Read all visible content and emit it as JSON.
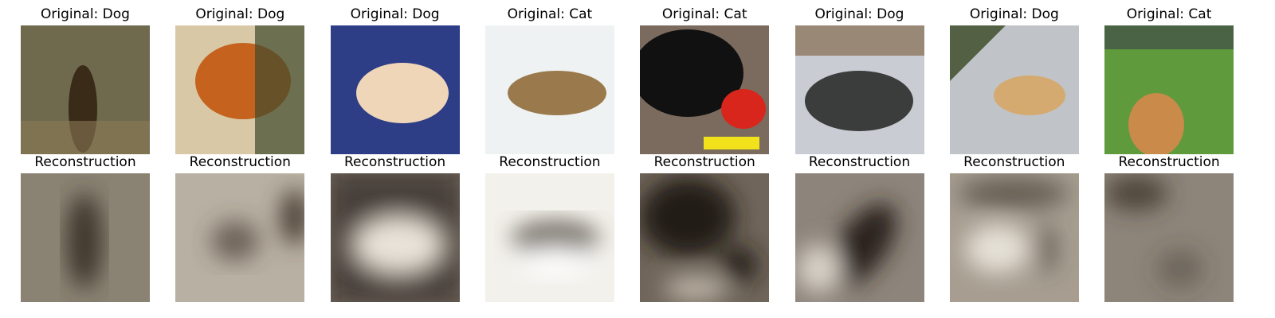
{
  "panels": [
    {
      "orig_title": "Original: Dog",
      "recon_title": "Reconstruction",
      "orig": {
        "bg": "#6f6a4e",
        "accents": [
          {
            "c": "#3a2a18",
            "shape": "figure"
          },
          {
            "c": "#8a7a55",
            "shape": "grass"
          }
        ]
      },
      "recon": {
        "bg": "#8a8273",
        "dark": "#3e352b",
        "shape": "vertical"
      }
    },
    {
      "orig_title": "Original: Dog",
      "recon_title": "Reconstruction",
      "orig": {
        "bg": "#d9c8a6",
        "accents": [
          {
            "c": "#c5621e",
            "shape": "bighead"
          },
          {
            "c": "#3f4a2c",
            "shape": "foliage"
          }
        ]
      },
      "recon": {
        "bg": "#b8b0a2",
        "dark": "#4b4036",
        "shape": "blobs"
      }
    },
    {
      "orig_title": "Original: Dog",
      "recon_title": "Reconstruction",
      "orig": {
        "bg": "#2d3d86",
        "accents": [
          {
            "c": "#efd6b8",
            "shape": "puppy"
          }
        ]
      },
      "recon": {
        "bg": "#6e6458",
        "dark": "#2f2a24",
        "light": "#e8e2d8",
        "shape": "lightblob"
      }
    },
    {
      "orig_title": "Original: Cat",
      "recon_title": "Reconstruction",
      "orig": {
        "bg": "#eef2f2",
        "accents": [
          {
            "c": "#9a7a4c",
            "shape": "cat"
          }
        ]
      },
      "recon": {
        "bg": "#f3f1ec",
        "dark": "#5b5246",
        "shape": "arc"
      }
    },
    {
      "orig_title": "Original: Cat",
      "recon_title": "Reconstruction",
      "orig": {
        "bg": "#7a6b5e",
        "accents": [
          {
            "c": "#111111",
            "shape": "blackcat"
          },
          {
            "c": "#d8261c",
            "shape": "toy"
          },
          {
            "c": "#f1e21c",
            "shape": "toyfeet"
          }
        ]
      },
      "recon": {
        "bg": "#6f655a",
        "dark": "#231e19",
        "shape": "darkcorner"
      }
    },
    {
      "orig_title": "Original: Dog",
      "recon_title": "Reconstruction",
      "orig": {
        "bg": "#c9ccd2",
        "accents": [
          {
            "c": "#3a3d3b",
            "shape": "lyingdog"
          },
          {
            "c": "#7c5a3a",
            "shape": "top"
          }
        ]
      },
      "recon": {
        "bg": "#8d857b",
        "dark": "#2a241e",
        "shape": "diagonal"
      }
    },
    {
      "orig_title": "Original: Dog",
      "recon_title": "Reconstruction",
      "orig": {
        "bg": "#c0c4c8",
        "accents": [
          {
            "c": "#d8a45a",
            "shape": "runningdog"
          },
          {
            "c": "#536043",
            "shape": "corner"
          }
        ]
      },
      "recon": {
        "bg": "#a79e91",
        "dark": "#4a4136",
        "shape": "soft"
      }
    },
    {
      "orig_title": "Original: Cat",
      "recon_title": "Reconstruction",
      "orig": {
        "bg": "#5f9a3c",
        "accents": [
          {
            "c": "#c98a4a",
            "shape": "sittingcat"
          },
          {
            "c": "#3b3f4a",
            "shape": "sky"
          }
        ]
      },
      "recon": {
        "bg": "#8d857a",
        "dark": "#3d352c",
        "shape": "faint"
      }
    }
  ]
}
